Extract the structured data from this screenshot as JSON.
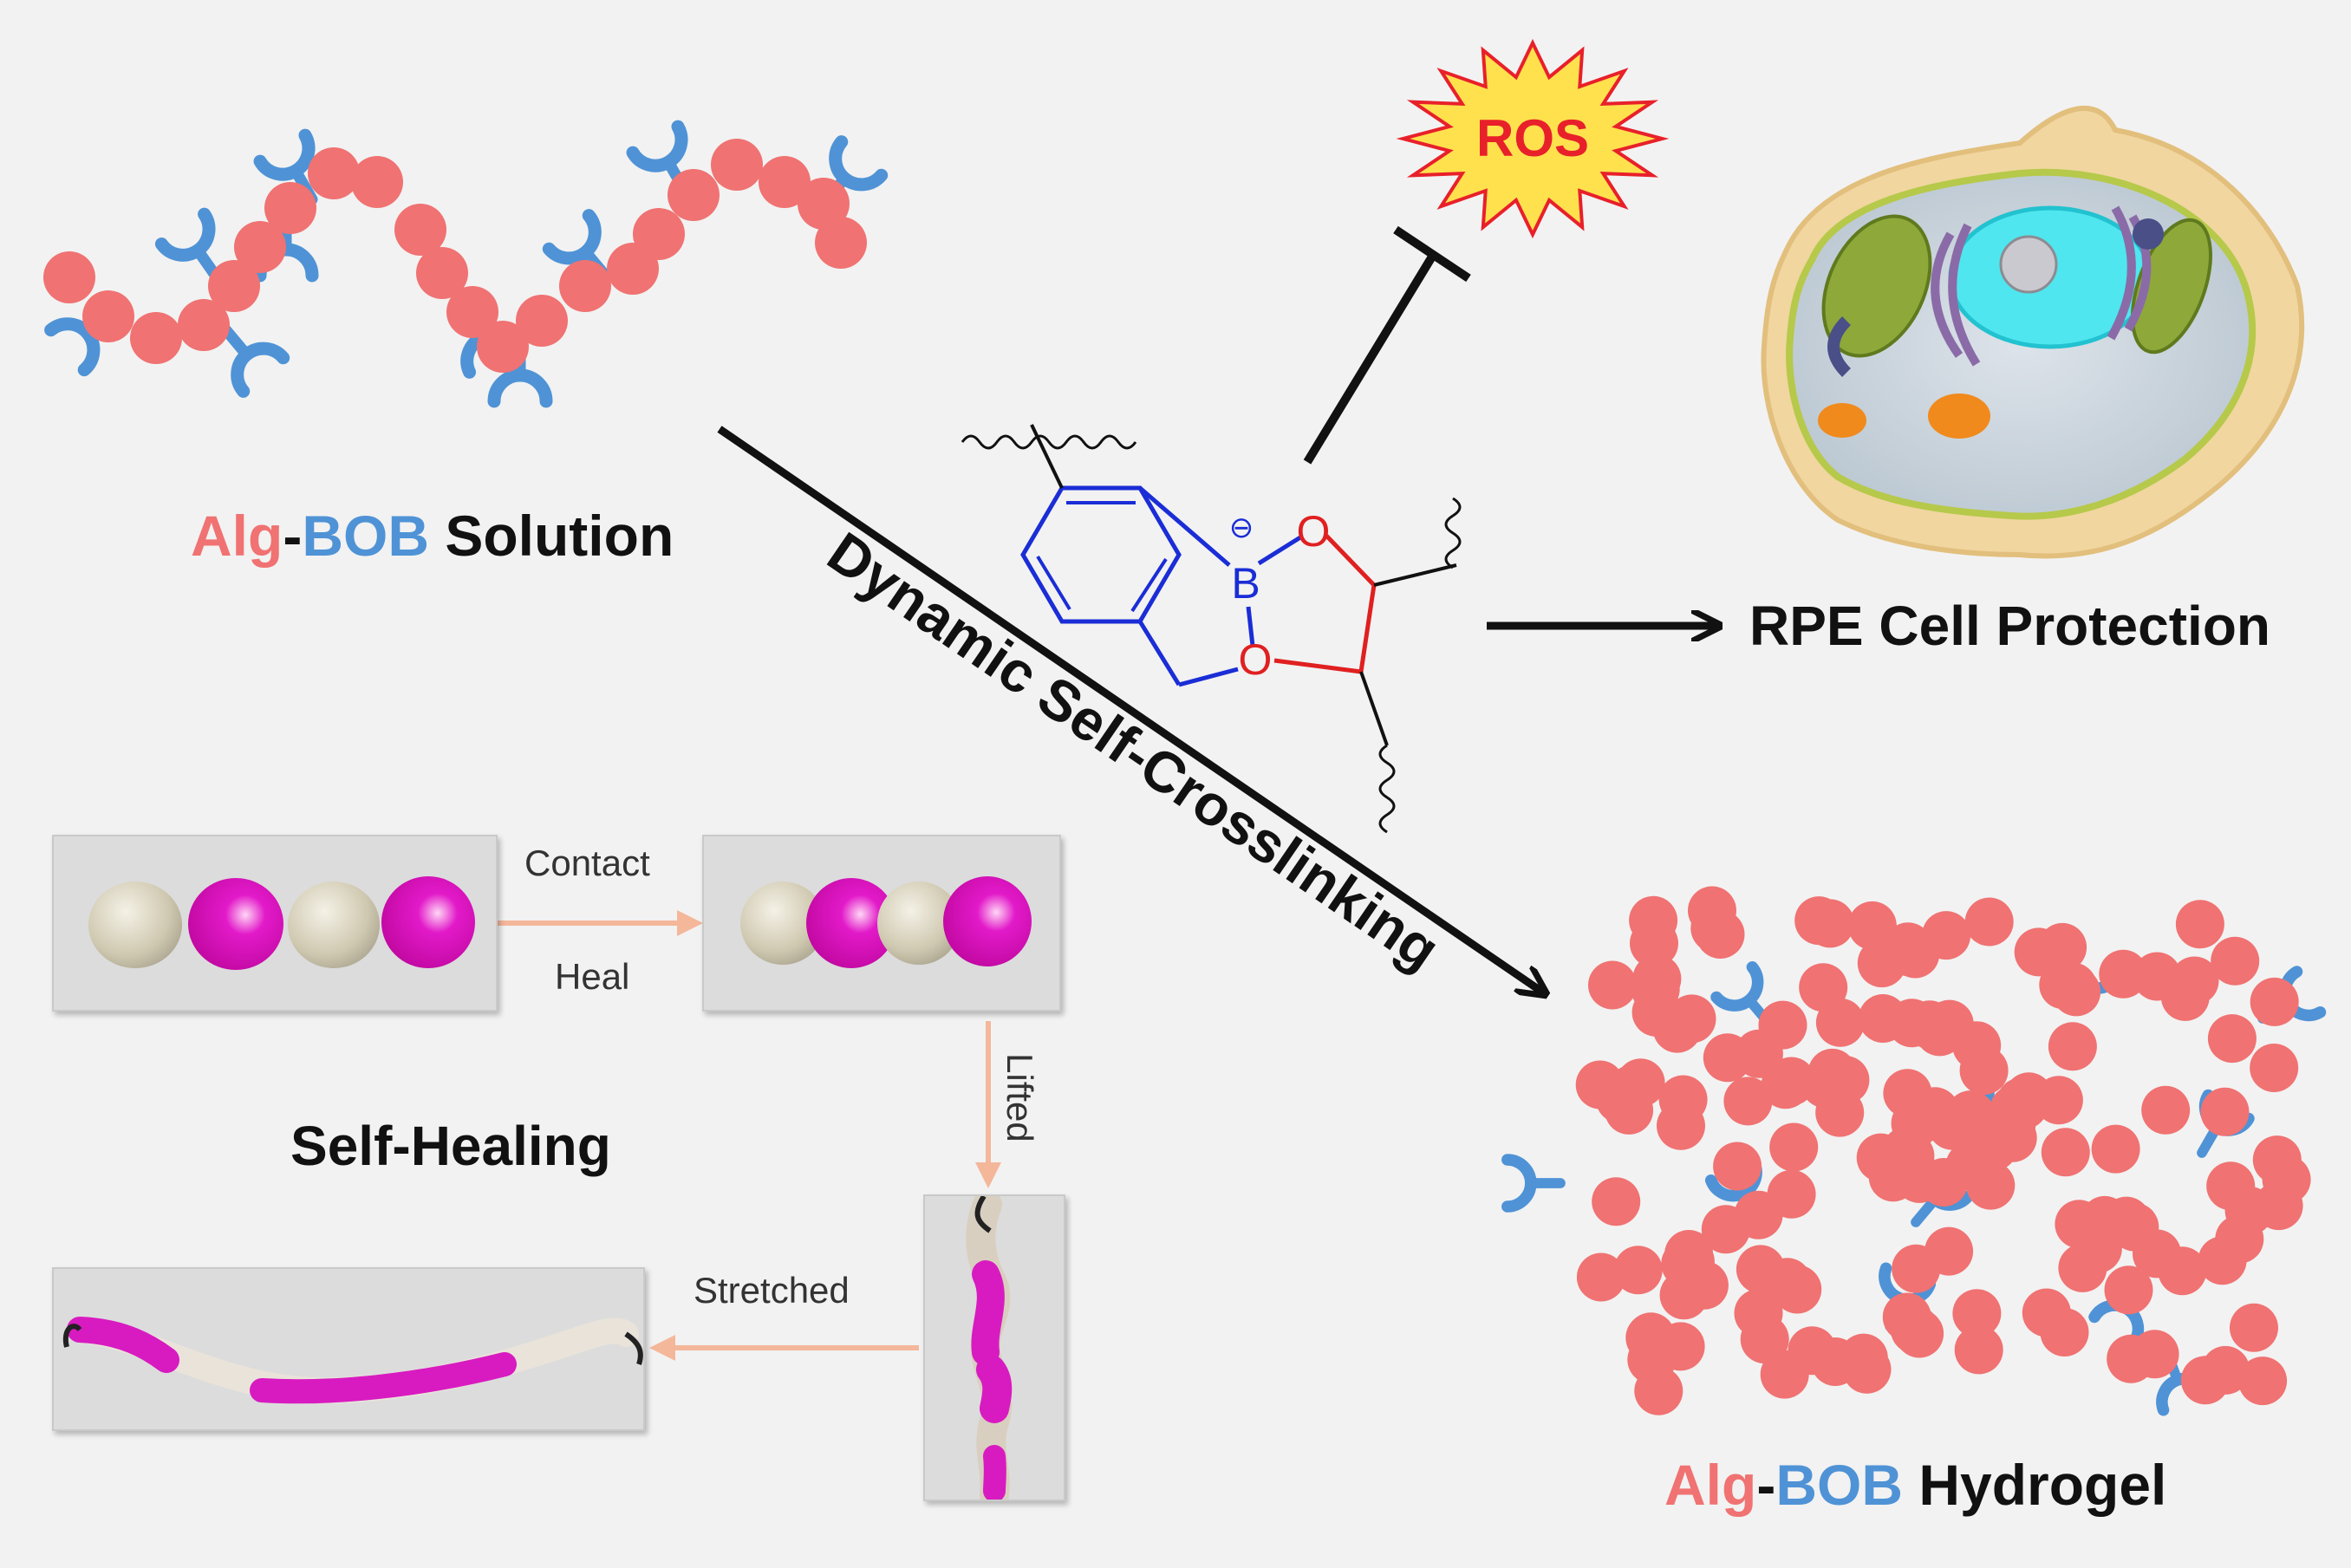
{
  "colors": {
    "alg": "#f07272",
    "bob": "#4f93d6",
    "ros_fill": "#ffe14d",
    "ros_text": "#e8202a",
    "benzene": "#1a2dd6",
    "diol": "#e02020",
    "arrow": "#111111",
    "pastel_arrow": "#f4b79a"
  },
  "solution_title": {
    "alg": "Alg",
    "dash": "-",
    "bob": "BOB",
    "rest": " Solution"
  },
  "hydrogel_title": {
    "alg": "Alg",
    "dash": "-",
    "bob": "BOB",
    "rest": " Hydrogel"
  },
  "crosslink_label": "Dynamic Self-Crosslinking",
  "ros_label": "ROS",
  "rpe_label": "RPE Cell Protection",
  "boronate": {
    "boron": "B",
    "oxygen": "O",
    "charge": "⊖"
  },
  "self_healing": {
    "title": "Self-Healing",
    "contact": "Contact",
    "heal": "Heal",
    "lifted": "Lifted",
    "stretched": "Stretched"
  }
}
